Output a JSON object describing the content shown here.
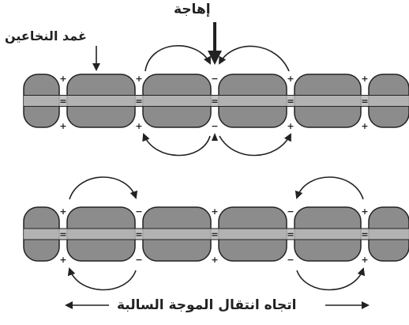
{
  "labels": {
    "stimulus": "إهاجة",
    "myelin_sheath": "غمد النخاعين",
    "wave_direction": "اتجاه انتقال الموجة السالبة"
  },
  "symbols": {
    "plus": "+",
    "minus": "−",
    "equals": "="
  },
  "colors": {
    "sheath_fill": "#8c8c8c",
    "axon_fill": "#b8b8b8",
    "stroke": "#222222"
  }
}
